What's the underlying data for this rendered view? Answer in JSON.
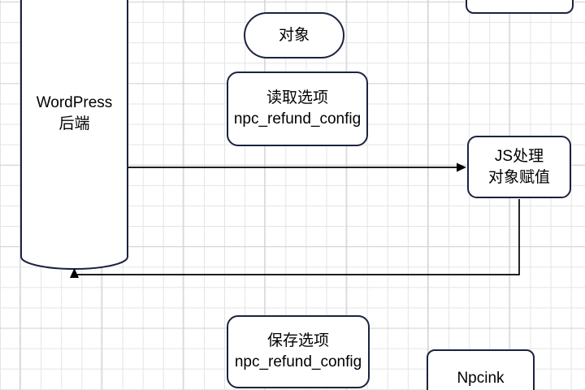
{
  "colors": {
    "stroke": "#1c2340",
    "connector": "#000000",
    "grid_minor": "#e4e4e4",
    "grid_major": "#d2d2d2",
    "canvas_bg": "#ffffff",
    "text": "#000000"
  },
  "nodes": {
    "backend": {
      "line1": "WordPress",
      "line2": "后端",
      "shape": "cylinder"
    },
    "object": {
      "label": "对象",
      "shape": "stadium"
    },
    "read": {
      "line1": "读取选项",
      "line2": "npc_refund_config",
      "shape": "rounded-rect"
    },
    "js": {
      "line1": "JS处理",
      "line2": "对象赋值",
      "shape": "rounded-rect"
    },
    "save": {
      "line1": "保存选项",
      "line2": "npc_refund_config",
      "shape": "rounded-rect"
    },
    "npcink": {
      "label": "Npcink",
      "shape": "rounded-rect"
    },
    "topright": {
      "label": "",
      "shape": "rounded-rect-partial"
    }
  },
  "connectors": [
    {
      "name": "backend-to-js",
      "from": "WordPress 后端",
      "to": "JS处理 对象赋值",
      "style": "arrow-right"
    },
    {
      "name": "js-to-backend",
      "from": "JS处理 对象赋值",
      "to": "WordPress 后端",
      "style": "arrow-up"
    }
  ]
}
